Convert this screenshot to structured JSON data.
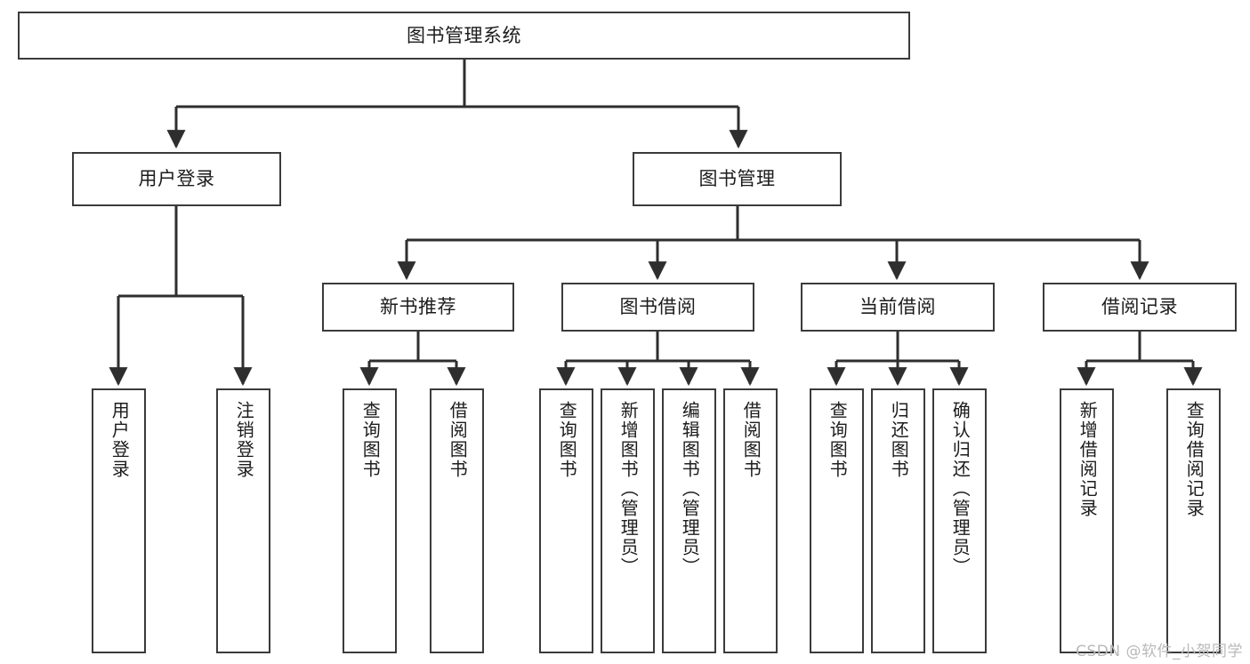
{
  "diagram": {
    "title": "图书管理系统",
    "type": "tree-hierarchy-chart",
    "watermark": "CSDN @软件_小贺同学",
    "colors": {
      "stroke": "#3b3b3b",
      "fill": "#ffffff",
      "text": "#1c1c1c",
      "watermark": "#b9b9b9"
    },
    "root": {
      "label": "图书管理系统"
    },
    "level2": [
      {
        "label": "用户登录"
      },
      {
        "label": "图书管理"
      }
    ],
    "level3": [
      {
        "label": "新书推荐"
      },
      {
        "label": "图书借阅"
      },
      {
        "label": "当前借阅"
      },
      {
        "label": "借阅记录"
      }
    ],
    "leaves": {
      "user_login": [
        {
          "label": "用户登录"
        },
        {
          "label": "注销登录"
        }
      ],
      "new_book_rec": [
        {
          "label": "查询图书"
        },
        {
          "label": "借阅图书"
        }
      ],
      "book_borrow": [
        {
          "label": "查询图书"
        },
        {
          "label": "新增图书（管理员）"
        },
        {
          "label": "编辑图书（管理员）"
        },
        {
          "label": "借阅图书"
        }
      ],
      "current_borrow": [
        {
          "label": "查询图书"
        },
        {
          "label": "归还图书"
        },
        {
          "label": "确认归还（管理员）"
        }
      ],
      "borrow_record": [
        {
          "label": "新增借阅记录"
        },
        {
          "label": "查询借阅记录"
        }
      ]
    }
  }
}
